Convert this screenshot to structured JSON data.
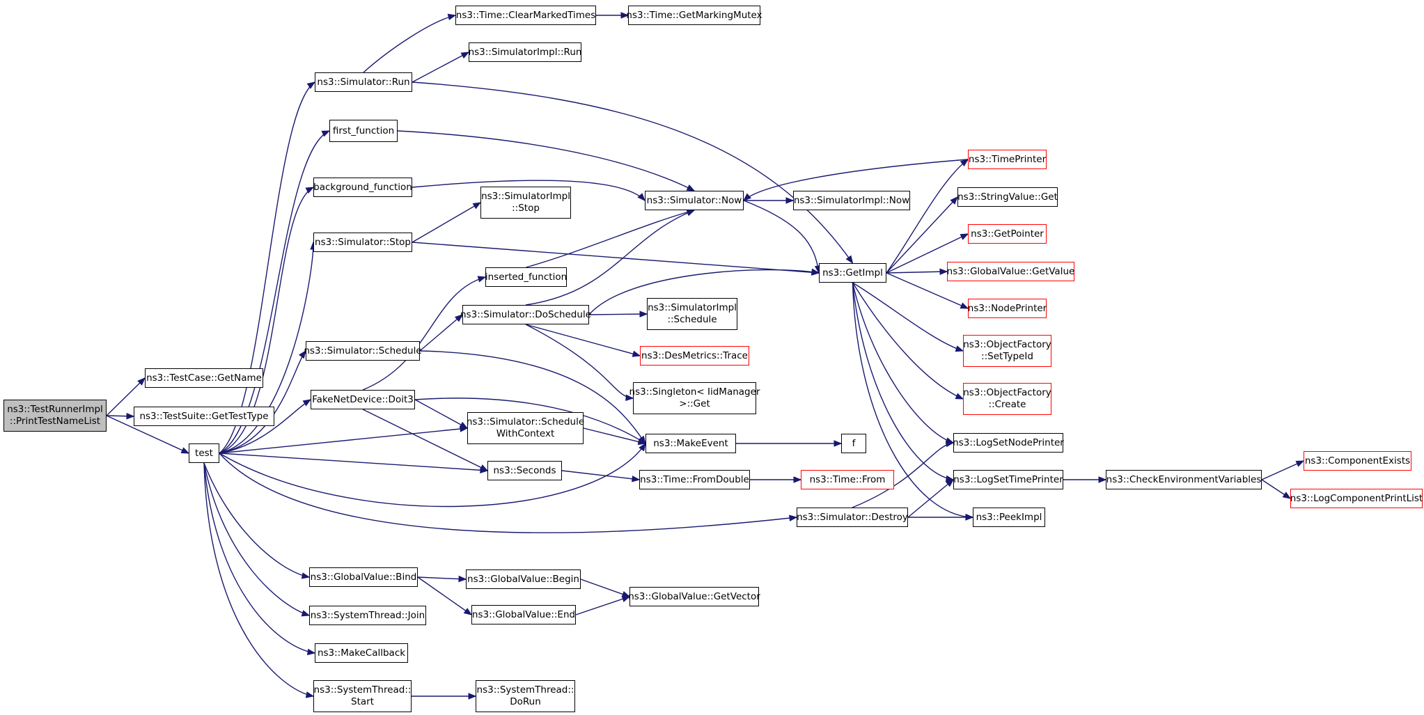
{
  "diagram": {
    "type": "call-graph",
    "colors": {
      "edge": "#191970",
      "root_fill": "#bfbfbf",
      "missing_border": "#ff0000",
      "node_border": "#000000"
    },
    "nodes": [
      {
        "id": "root",
        "label": "ns3::TestRunnerImpl\n::PrintTestNameList",
        "style": "root"
      },
      {
        "id": "getname",
        "label": "ns3::TestCase::GetName"
      },
      {
        "id": "gettesttype",
        "label": "ns3::TestSuite::GetTestType"
      },
      {
        "id": "test",
        "label": "test"
      },
      {
        "id": "clearmarked",
        "label": "ns3::Time::ClearMarkedTimes"
      },
      {
        "id": "markingmutex",
        "label": "ns3::Time::GetMarkingMutex"
      },
      {
        "id": "implrun",
        "label": "ns3::SimulatorImpl::Run"
      },
      {
        "id": "simrun",
        "label": "ns3::Simulator::Run"
      },
      {
        "id": "first",
        "label": "first_function"
      },
      {
        "id": "background",
        "label": "background_function"
      },
      {
        "id": "implstop",
        "label": "ns3::SimulatorImpl\n::Stop"
      },
      {
        "id": "simstop",
        "label": "ns3::Simulator::Stop"
      },
      {
        "id": "inserted",
        "label": "inserted_function"
      },
      {
        "id": "doschedule",
        "label": "ns3::Simulator::DoSchedule"
      },
      {
        "id": "simschedule",
        "label": "ns3::Simulator::Schedule"
      },
      {
        "id": "doit3",
        "label": "FakeNetDevice::Doit3"
      },
      {
        "id": "schedwithctx",
        "label": "ns3::Simulator::Schedule\nWithContext"
      },
      {
        "id": "seconds",
        "label": "ns3::Seconds"
      },
      {
        "id": "simnow",
        "label": "ns3::Simulator::Now"
      },
      {
        "id": "implnow",
        "label": "ns3::SimulatorImpl::Now"
      },
      {
        "id": "implschedule",
        "label": "ns3::SimulatorImpl\n::Schedule"
      },
      {
        "id": "trace",
        "label": "ns3::DesMetrics::Trace",
        "style": "red"
      },
      {
        "id": "singleton",
        "label": "ns3::Singleton< IidManager\n>::Get"
      },
      {
        "id": "makeevent",
        "label": "ns3::MakeEvent"
      },
      {
        "id": "f",
        "label": "f"
      },
      {
        "id": "fromdouble",
        "label": "ns3::Time::FromDouble"
      },
      {
        "id": "timefrom",
        "label": "ns3::Time::From",
        "style": "red"
      },
      {
        "id": "getimpl",
        "label": "ns3::GetImpl"
      },
      {
        "id": "destroy",
        "label": "ns3::Simulator::Destroy"
      },
      {
        "id": "timeprinter",
        "label": "ns3::TimePrinter",
        "style": "red"
      },
      {
        "id": "stringget",
        "label": "ns3::StringValue::Get"
      },
      {
        "id": "getpointer",
        "label": "ns3::GetPointer",
        "style": "red"
      },
      {
        "id": "gvgetvalue",
        "label": "ns3::GlobalValue::GetValue",
        "style": "red"
      },
      {
        "id": "nodeprinter",
        "label": "ns3::NodePrinter",
        "style": "red"
      },
      {
        "id": "settypeid",
        "label": "ns3::ObjectFactory\n::SetTypeId",
        "style": "red"
      },
      {
        "id": "ofcreate",
        "label": "ns3::ObjectFactory\n::Create",
        "style": "red"
      },
      {
        "id": "lognodeprinter",
        "label": "ns3::LogSetNodePrinter"
      },
      {
        "id": "logtimeprinter",
        "label": "ns3::LogSetTimePrinter"
      },
      {
        "id": "peekimpl",
        "label": "ns3::PeekImpl"
      },
      {
        "id": "checkenv",
        "label": "ns3::CheckEnvironmentVariables"
      },
      {
        "id": "compexists",
        "label": "ns3::ComponentExists",
        "style": "red"
      },
      {
        "id": "logcomplist",
        "label": "ns3::LogComponentPrintList",
        "style": "red"
      },
      {
        "id": "gvbind",
        "label": "ns3::GlobalValue::Bind"
      },
      {
        "id": "gvbegin",
        "label": "ns3::GlobalValue::Begin"
      },
      {
        "id": "gvend",
        "label": "ns3::GlobalValue::End"
      },
      {
        "id": "gvgetvector",
        "label": "ns3::GlobalValue::GetVector"
      },
      {
        "id": "threadjoin",
        "label": "ns3::SystemThread::Join"
      },
      {
        "id": "makecallback",
        "label": "ns3::MakeCallback"
      },
      {
        "id": "threadstart",
        "label": "ns3::SystemThread::\nStart"
      },
      {
        "id": "threaddorun",
        "label": "ns3::SystemThread::\nDoRun"
      }
    ]
  }
}
